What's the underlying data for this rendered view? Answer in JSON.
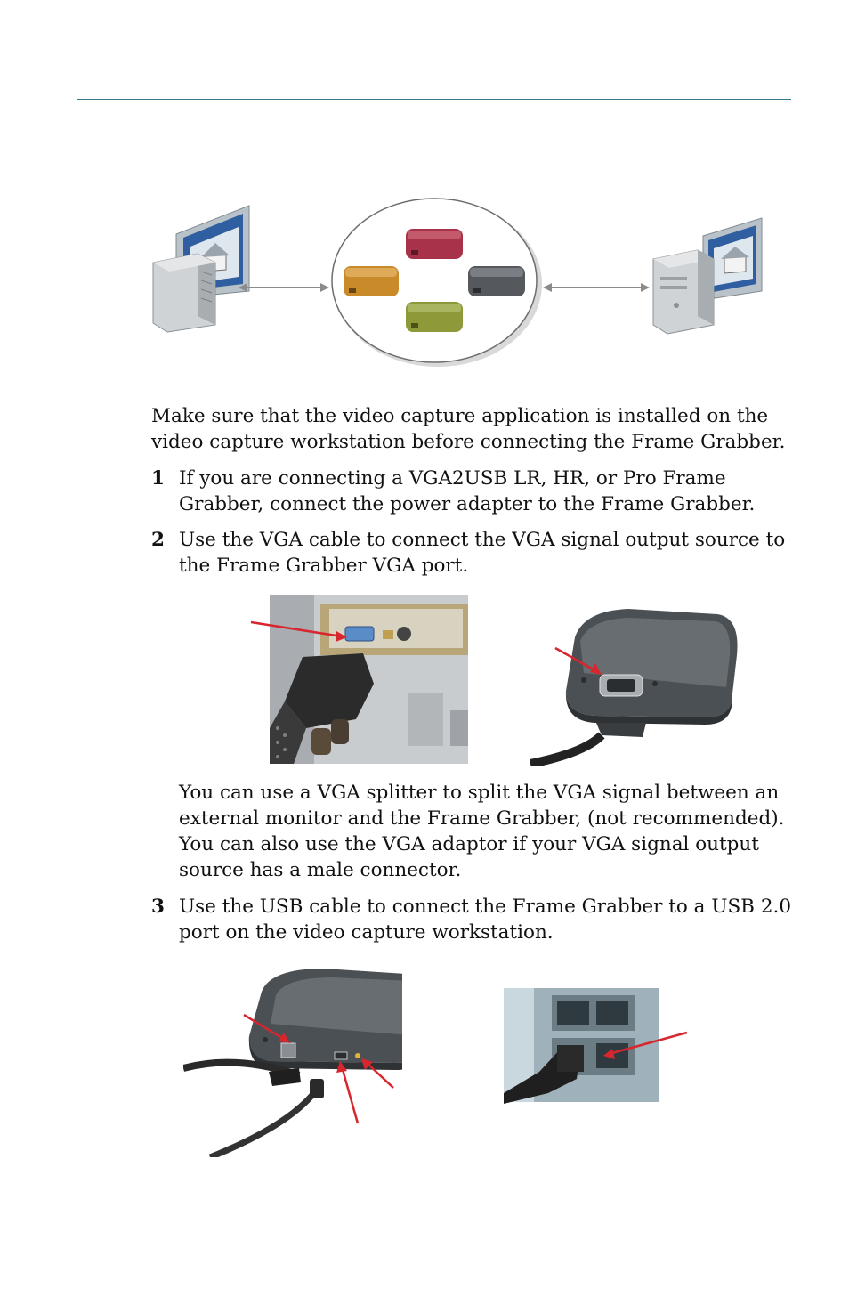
{
  "intro": {
    "lines": [
      "Make sure that the video capture application is installed on the",
      "video capture workstation before connecting the Frame Grabber."
    ]
  },
  "steps": [
    {
      "number": "1",
      "lines": [
        "If you are connecting a VGA2USB LR, HR, or Pro Frame",
        "Grabber, connect the power adapter to the Frame Grabber."
      ]
    },
    {
      "number": "2",
      "lines": [
        "Use the VGA cable to connect the VGA signal output source to",
        "the Frame Grabber VGA port."
      ]
    },
    {
      "number": "3",
      "lines": [
        "Use the USB cable to connect the Frame Grabber to a USB 2.0",
        "port on the video capture workstation."
      ]
    }
  ],
  "note": {
    "lines": [
      "You can use a VGA splitter to split the VGA signal between an",
      "external monitor and the Frame Grabber, (not recommended).",
      "You can also use the VGA adaptor if your VGA signal output",
      "source has a male connector."
    ]
  },
  "colors": {
    "rule": "#2e7c86",
    "arrow": "#d8262e",
    "device_red": "#a8324a",
    "device_orange": "#c98a2a",
    "device_gray": "#55595e",
    "device_green": "#8e9a3a"
  }
}
